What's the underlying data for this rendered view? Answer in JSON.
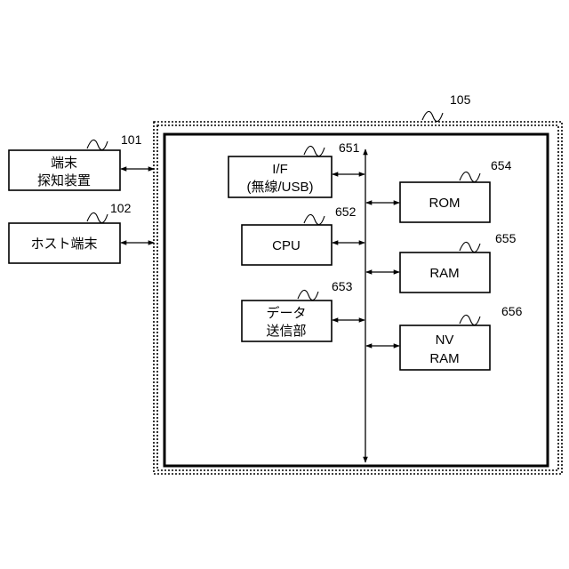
{
  "system": {
    "ref": "105"
  },
  "external_blocks": [
    {
      "id": "terminal-detector",
      "ref": "101",
      "lines": [
        "端末",
        "探知装置"
      ]
    },
    {
      "id": "host-terminal",
      "ref": "102",
      "lines": [
        "ホスト端末"
      ]
    }
  ],
  "internal_blocks": [
    {
      "id": "interface",
      "ref": "651",
      "lines": [
        "I/F",
        "(無線/USB)"
      ]
    },
    {
      "id": "cpu",
      "ref": "652",
      "lines": [
        "CPU"
      ]
    },
    {
      "id": "data-transmitter",
      "ref": "653",
      "lines": [
        "データ",
        "送信部"
      ]
    },
    {
      "id": "rom",
      "ref": "654",
      "lines": [
        "ROM"
      ]
    },
    {
      "id": "ram",
      "ref": "655",
      "lines": [
        "RAM"
      ]
    },
    {
      "id": "nv-ram",
      "ref": "656",
      "lines": [
        "NV",
        "RAM"
      ]
    }
  ]
}
